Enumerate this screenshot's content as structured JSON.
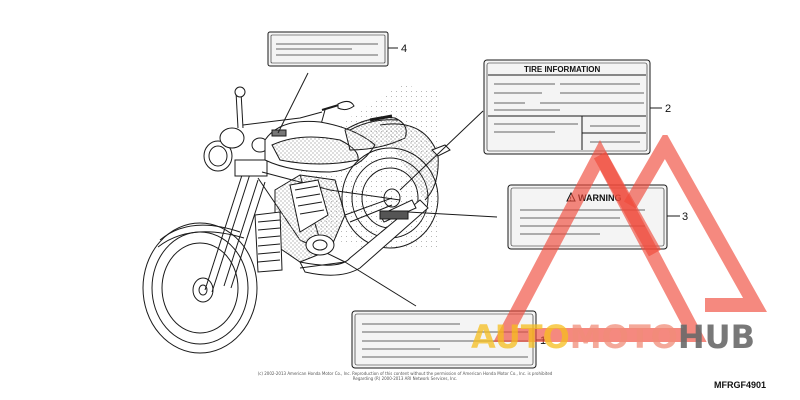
{
  "labels": {
    "tire_title": "TIRE    INFORMATION",
    "warning_title": "WARNING"
  },
  "callouts": [
    "1",
    "2",
    "3",
    "4"
  ],
  "copyright": {
    "line1": "(c) 2002-2013 American Honda Motor Co., Inc. Reproduction of this content without the permission of American Honda Motor Co., Inc. is prohibited",
    "line2": "Regarding (R) 2000-2013 ARI Network Services, Inc."
  },
  "diagram_code": "MFRGF4901",
  "watermark": {
    "part1": "AUTO",
    "part2": "MOTO",
    "part3": "HUB"
  },
  "colors": {
    "line": "#1a1a1a",
    "label_fill": "#f4f4f4",
    "shade": "#9a9a9a",
    "watermark_red": "#f04a3a",
    "watermark_yellow": "#f5be1e",
    "watermark_gray": "#696969"
  }
}
